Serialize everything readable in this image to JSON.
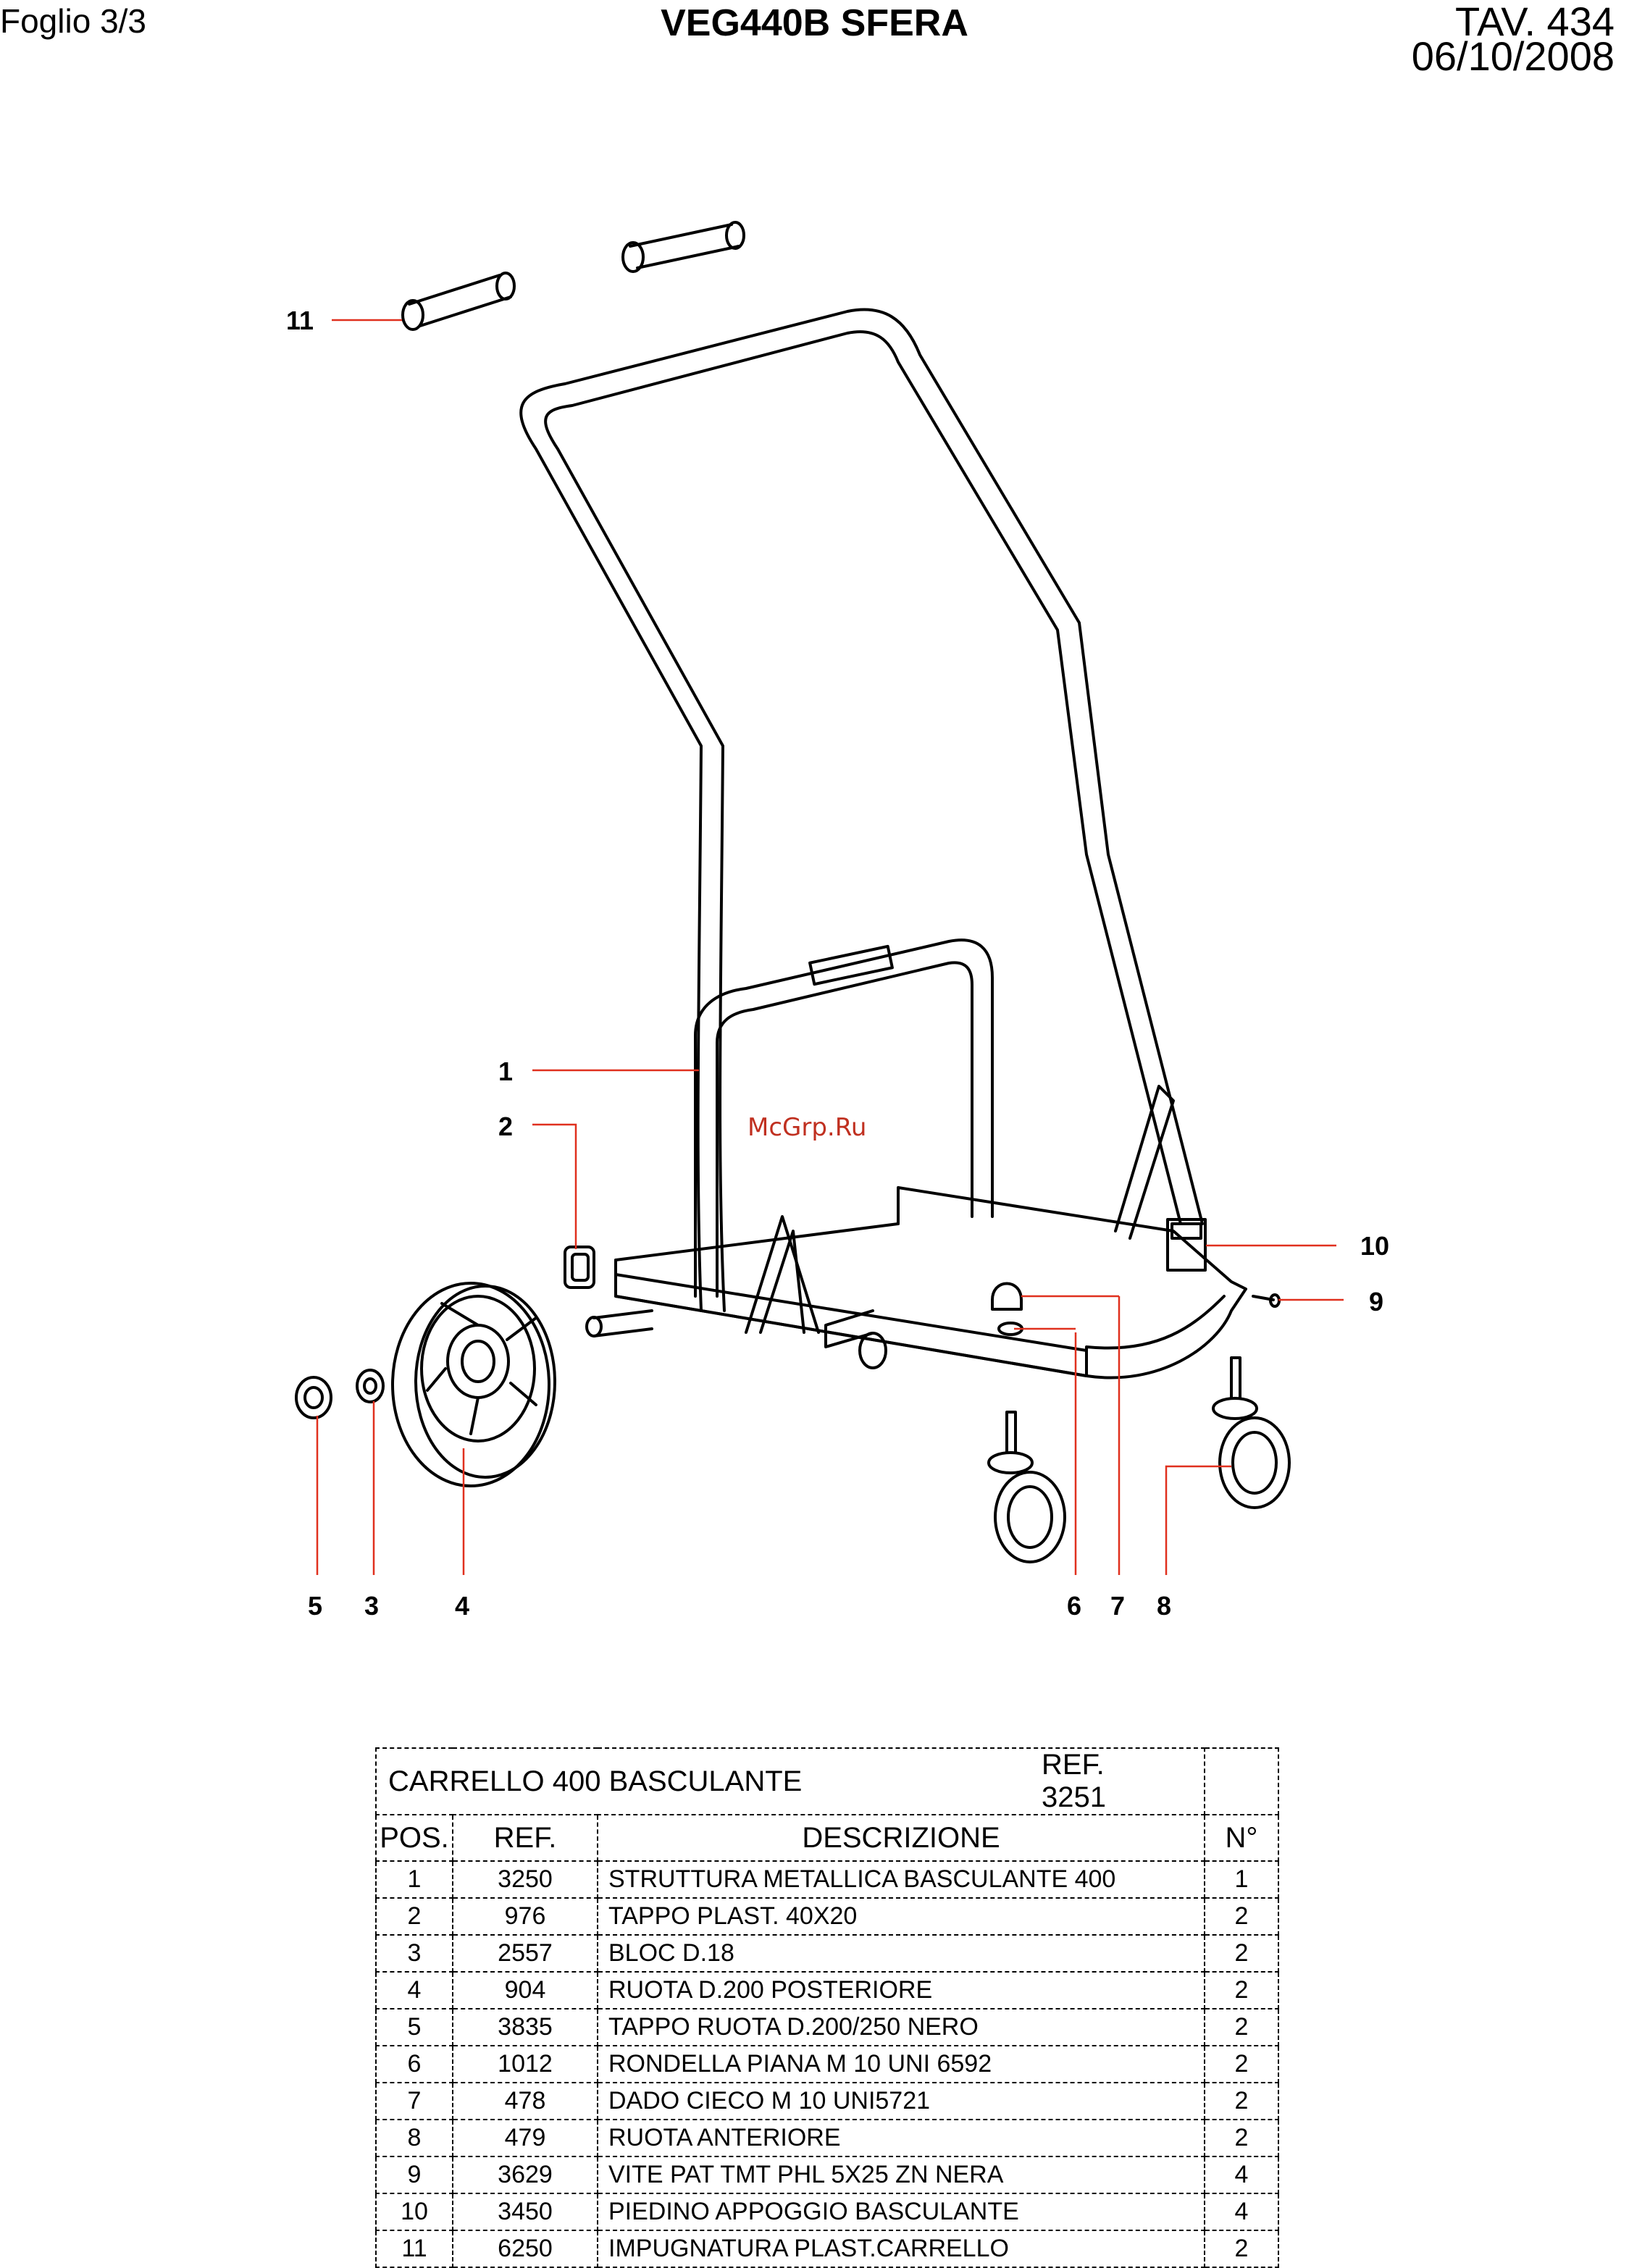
{
  "header": {
    "sheet": "Foglio 3/3",
    "title": "VEG440B SFERA",
    "table_no": "TAV. 434",
    "date": "06/10/2008"
  },
  "drawing": {
    "callouts": [
      "1",
      "2",
      "3",
      "4",
      "5",
      "6",
      "7",
      "8",
      "9",
      "10",
      "11"
    ],
    "watermark": "McGrp.Ru",
    "leader_color": "#e0301e"
  },
  "parts_table": {
    "title": "CARRELLO 400 BASCULANTE",
    "ref": "REF. 3251",
    "headers": {
      "pos": "POS.",
      "ref": "REF.",
      "desc": "DESCRIZIONE",
      "qty": "N°"
    },
    "rows": [
      {
        "pos": "1",
        "ref": "3250",
        "desc": "STRUTTURA METALLICA BASCULANTE 400",
        "qty": "1"
      },
      {
        "pos": "2",
        "ref": "976",
        "desc": "TAPPO PLAST. 40X20",
        "qty": "2"
      },
      {
        "pos": "3",
        "ref": "2557",
        "desc": "BLOC D.18",
        "qty": "2"
      },
      {
        "pos": "4",
        "ref": "904",
        "desc": "RUOTA D.200 POSTERIORE",
        "qty": "2"
      },
      {
        "pos": "5",
        "ref": "3835",
        "desc": "TAPPO RUOTA D.200/250 NERO",
        "qty": "2"
      },
      {
        "pos": "6",
        "ref": "1012",
        "desc": "RONDELLA PIANA M 10 UNI 6592",
        "qty": "2"
      },
      {
        "pos": "7",
        "ref": "478",
        "desc": "DADO CIECO M 10 UNI5721",
        "qty": "2"
      },
      {
        "pos": "8",
        "ref": "479",
        "desc": "RUOTA ANTERIORE",
        "qty": "2"
      },
      {
        "pos": "9",
        "ref": "3629",
        "desc": "VITE PAT TMT PHL 5X25 ZN NERA",
        "qty": "4"
      },
      {
        "pos": "10",
        "ref": "3450",
        "desc": "PIEDINO APPOGGIO BASCULANTE",
        "qty": "4"
      },
      {
        "pos": "11",
        "ref": "6250",
        "desc": "IMPUGNATURA PLAST.CARRELLO",
        "qty": "2"
      }
    ]
  }
}
